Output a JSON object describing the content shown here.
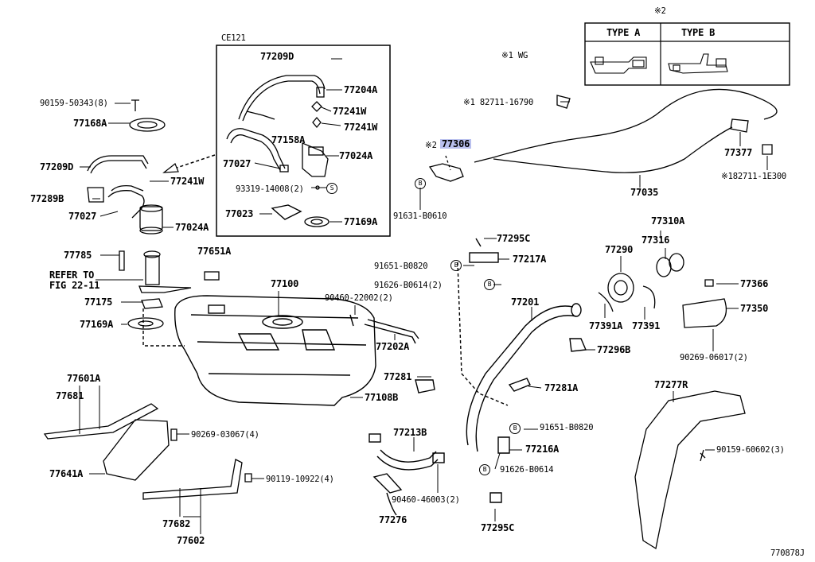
{
  "diagram": {
    "inset_code": "CE121",
    "footnote_2": "※2",
    "footnote_1": "※1 WG",
    "type_table": {
      "col_a": "TYPE A",
      "col_b": "TYPE B"
    },
    "refer_note": "REFER TO",
    "refer_fig": "FIG 22-11",
    "figure_id": "770878J",
    "highlighted_part": "77306",
    "circle_symbol_b": "B",
    "circle_symbol_s": "S",
    "parts": {
      "p77209D_inset": "77209D",
      "p77204A": "77204A",
      "p77241W_a": "77241W",
      "p77241W_b": "77241W",
      "p77158A": "77158A",
      "p77024A_inset": "77024A",
      "p77027_inset": "77027",
      "p93319": "93319-14008(2)",
      "p77023": "77023",
      "p77169A_inset": "77169A",
      "p90159_50343": "90159-50343(8)",
      "p77168A": "77168A",
      "p77209D": "77209D",
      "p77241W": "77241W",
      "p77289B": "77289B",
      "p77027": "77027",
      "p77024A": "77024A",
      "p77785": "77785",
      "p77651A": "77651A",
      "p77175": "77175",
      "p77169A": "77169A",
      "p77100": "77100",
      "p90460_22002": "90460-22002(2)",
      "p77202A": "77202A",
      "p77108B": "77108B",
      "p77601A": "77601A",
      "p77681": "77681",
      "p90269_03067": "90269-03067(4)",
      "p77641A": "77641A",
      "p90119_10922": "90119-10922(4)",
      "p77682": "77682",
      "p77602": "77602",
      "p82711_16790": "※1 82711-16790",
      "p77306_prefix": "※2",
      "p91631": "91631-B0610",
      "p77295C_top": "77295C",
      "p91651_top": "91651-B0820",
      "p77217A": "77217A",
      "p91626_top": "91626-B0614(2)",
      "p77201": "77201",
      "p77281": "77281",
      "p77281A": "77281A",
      "p77213B": "77213B",
      "p91651_bot": "91651-B0820",
      "p77216A": "77216A",
      "p91626_bot": "91626-B0614",
      "p90460_46003": "90460-46003(2)",
      "p77276": "77276",
      "p77295C_bot": "77295C",
      "p77035": "77035",
      "p77377": "77377",
      "p82711_1E300": "※182711-1E300",
      "p77310A": "77310A",
      "p77316": "77316",
      "p77290": "77290",
      "p77366": "77366",
      "p77350": "77350",
      "p77391A": "77391A",
      "p77391": "77391",
      "p77296B": "77296B",
      "p90269_06017": "90269-06017(2)",
      "p77277R": "77277R",
      "p90159_60602": "90159-60602(3)"
    }
  }
}
